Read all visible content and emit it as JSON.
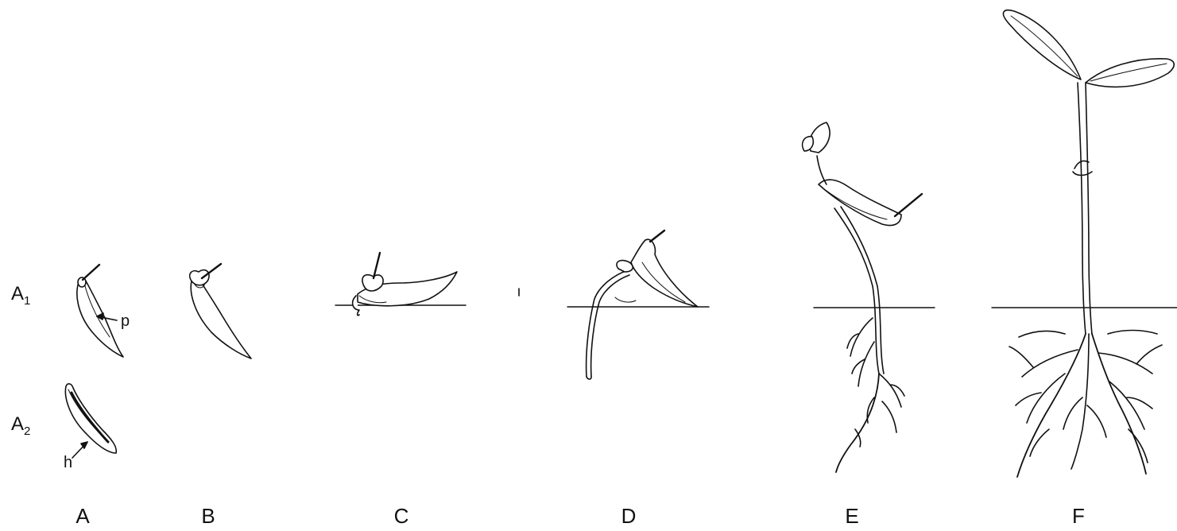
{
  "row_labels": {
    "a1": {
      "main": "A",
      "sub": "1"
    },
    "a2": {
      "main": "A",
      "sub": "2"
    }
  },
  "part_labels": {
    "p": "p",
    "h": "h"
  },
  "stages": [
    "A",
    "B",
    "C",
    "D",
    "E",
    "F"
  ],
  "colors": {
    "ink": "#111111",
    "background": "#ffffff"
  }
}
